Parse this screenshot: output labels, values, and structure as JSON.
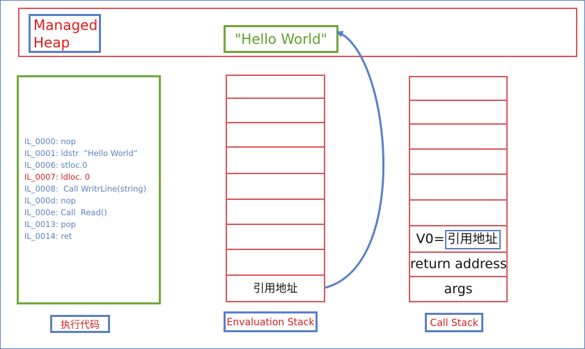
{
  "heap": {
    "label": "Managed\nHeap",
    "object": "\"Hello World\""
  },
  "code": {
    "lines": [
      {
        "text": "IL_0000: nop",
        "current": false
      },
      {
        "text": "IL_0001: ldstr  “Hello World”",
        "current": false
      },
      {
        "text": "IL_0006: stloc.0",
        "current": false
      },
      {
        "text": "IL_0007: ldloc. 0",
        "current": true
      },
      {
        "text": "IL_0008:  Call WritrLine(string)",
        "current": false
      },
      {
        "text": "IL_000d: nop",
        "current": false
      },
      {
        "text": "IL_000e: Call  Read()",
        "current": false
      },
      {
        "text": "IL_0013: pop",
        "current": false
      },
      {
        "text": "IL_0014: ret",
        "current": false
      }
    ],
    "caption": "执行代码"
  },
  "eval_stack": {
    "caption": "Envaluation  Stack",
    "top_entry": "引用地址"
  },
  "call_stack": {
    "caption": "Call Stack",
    "v0_prefix": "V0=",
    "v0_value": "引用地址",
    "return_address": "return address",
    "args": "args"
  },
  "colors": {
    "heap_border": "#d9575b",
    "label_border": "#5a80c8",
    "code_border": "#72a83c",
    "arrow": "#5a80c8",
    "highlight_text": "#d32020"
  }
}
